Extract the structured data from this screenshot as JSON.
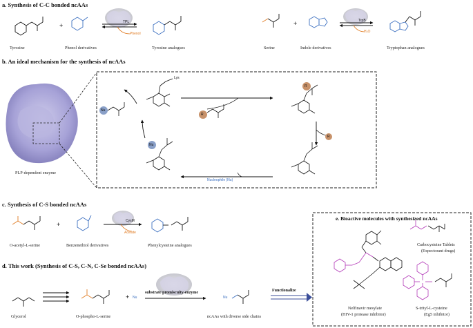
{
  "colors": {
    "orange": "#e07b22",
    "blue": "#3b6fc0",
    "purple": "#b33ab8",
    "dash": "#222222",
    "enzyme": "#8a86c8",
    "nu": "#8aa0c8",
    "r": "#c8926a"
  },
  "section_a": {
    "title": "a. Synthesis of C-C bonded ncAAs",
    "tyrosine": "Tyrosine",
    "phenol_derivatives": "Phenol derivatives",
    "enzyme_tpl": "TPL",
    "byproduct_phenol": "Phenol",
    "tyrosine_analogues": "Tyrosine analogues",
    "serine": "Serine",
    "indole_derivatives": "Indole derivatives",
    "enzyme_trpb": "TrpB",
    "byproduct_water": "H₂O",
    "tryptophan_analogues": "Tryptophan analogues"
  },
  "section_b": {
    "title": "b. An ideal mechanism for the synthesis of ncAAs",
    "enzyme_label": "PLP-dependent enzyme",
    "nucleophile": "Nucleophile (Nu)",
    "lys": "Lys",
    "nu": "Nu",
    "r": "R"
  },
  "section_c": {
    "title": "c. Synthesis of C-S bonded ncAAs",
    "oacetyl_serine": "O-acetyl-L-serine",
    "benzenethiol": "Benzenethiol derivatives",
    "enzyme_cysm": "CysM",
    "byproduct_acetate": "Acetate",
    "phenylcysteine": "Phenylcysteine analogues"
  },
  "section_d": {
    "title": "d. This work (Synthesis of C-S, C-N, C-Se bonded ncAAs)",
    "glycerol": "Glycerol",
    "ophospho": "O-phospho-L-serine",
    "enzyme_label": "substrate promiscuity-enzyme",
    "product": "ncAAs with diverse side chains",
    "functionalize": "Functionalize",
    "nu": "Nu"
  },
  "section_e": {
    "title": "e. Bioactive molecules with synthesized ncAAs",
    "nelfinavir": "Nelfinavir mesylate",
    "nelfinavir_sub": "(HIV-1 protease inhibitor)",
    "carbocysteine": "Carbocysteine Tablets",
    "carbocysteine_sub": "(Expectorant drugs)",
    "trityl": "S-trityl-L-cysteine",
    "trityl_sub": "(Eg5 inhibitor)"
  }
}
